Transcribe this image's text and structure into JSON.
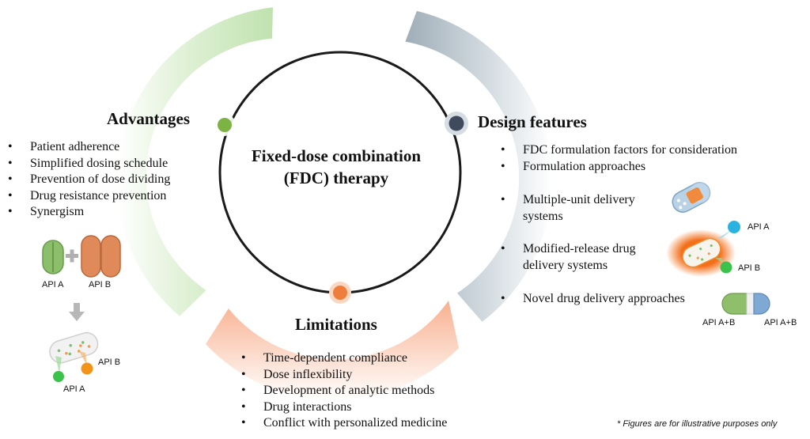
{
  "center": {
    "title_line1": "Fixed-dose combination",
    "title_line2": "(FDC) therapy"
  },
  "advantages": {
    "heading": "Advantages",
    "items": [
      "Patient adherence",
      "Simplified dosing schedule",
      "Prevention of dose dividing",
      "Drug resistance prevention",
      "Synergism"
    ],
    "label_api_a": "API A",
    "label_api_b": "API B",
    "label_api_b_2": "API B",
    "label_api_a_2": "API A",
    "accent_color": "#7cb342"
  },
  "design": {
    "heading": "Design features",
    "items": [
      "FDC formulation factors for consideration",
      "Formulation approaches"
    ],
    "multi_unit": "Multiple-unit delivery systems",
    "multi_unit_l1": "Multiple-unit delivery",
    "multi_unit_l2": "systems",
    "modified_l1": "Modified-release drug",
    "modified_l2": "delivery systems",
    "novel": "Novel drug delivery approaches",
    "label_api_a": "API A",
    "label_api_b": "API B",
    "label_apiab_1": "API A+B",
    "label_apiab_2": "API A+B",
    "accent_color": "#3f4a5c"
  },
  "limitations": {
    "heading": "Limitations",
    "items": [
      "Time-dependent compliance",
      "Dose inflexibility",
      "Development of analytic methods",
      "Drug interactions",
      "Conflict with personalized medicine"
    ],
    "accent_color": "#ef7d3c"
  },
  "footnote": "* Figures are for illustrative purposes only"
}
